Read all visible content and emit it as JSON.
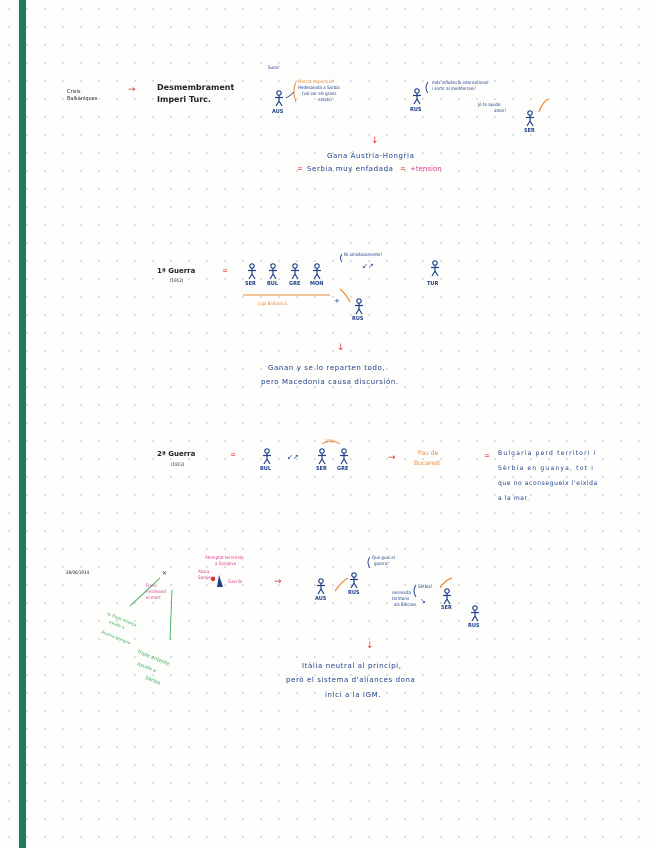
{
  "colors": {
    "margin_bar": "#1d7a5f",
    "navy": "#1f3f8a",
    "red": "#e0342e",
    "orange": "#ec8a3a",
    "pink": "#d43c8f",
    "green": "#3fae5b"
  },
  "arrow_right": "→",
  "arrow_down": "↓",
  "s1": {
    "label_line1": "Crisis",
    "label_line2": "Balkàniques",
    "title_line1": "Desmembrament",
    "title_line2": "Imperi Turc.",
    "bubble_small": "Sumi!",
    "bubble_orange_l1": "Mercat important!",
    "bubble_orange_l2": "Hedesanata a Sarbia",
    "bubble_orange_l3": "(vol ser els grans",
    "bubble_orange_l4": "estats)",
    "aus": "AUS",
    "rus": "RUS",
    "bubble_rus_l1": "més influència internacional",
    "bubble_rus_l2": "i sortir al mediterrani!",
    "note_ser_l1": "Jo te ayudo",
    "note_ser_l2": "amor!",
    "ser": "SER",
    "result_line1": "Gana Àustria-Hongria",
    "result_line2_eq1": "=",
    "result_line2_a": "Serbia muy enfadada",
    "result_line2_eq2": "=",
    "result_line2_b": "+tension"
  },
  "s2": {
    "title": "1ª Guerra",
    "year": "(1912)",
    "eq": "=",
    "countries": [
      "SER",
      "BUL",
      "GRE",
      "MON"
    ],
    "bubble": "Ni amistosamente!",
    "tur": "TUR",
    "plus": "+",
    "league": "Liga Balkànica",
    "rus": "RUS",
    "result_line1": "Ganan y se lo reparten todo,",
    "result_line2": "pero Macedonia causa discursión."
  },
  "s3": {
    "title": "2ª Guerra",
    "year": "(1913)",
    "eq": "=",
    "bul": "BUL",
    "ser": "SER",
    "gre": "GRE",
    "crown": "OTO",
    "treaty_l1": "Pau de",
    "treaty_l2": "Bucarest",
    "eq2": "=",
    "result_line1": "Bulgaria perd territori i",
    "result_line2": "Sèrbia en guanya, tot i",
    "result_line3": "que no aconsegueix l'eixida",
    "result_line4": "a la mar."
  },
  "s4": {
    "date": "28/06/1914",
    "pink_l1": "Franc",
    "pink_l2": "Ferdinand",
    "pink_l3": "el mort",
    "pink2_l1": "Ataca",
    "pink2_l2": "Sarajevo",
    "pink_top_l1": "Atemptat terrorista",
    "pink_top_l2": "a Sarajevo",
    "pink_top_l3": "Gavrilo",
    "green_l1": "la Triple Aliança",
    "green_l2": "ayuda a",
    "green_l3": "Àustria-Hongria",
    "green2_l1": "Triple entente",
    "green2_l2": "ayuda a",
    "green2_l3": "Sèrbia",
    "aus": "AUS",
    "rus": "RUS",
    "bubble_l1": "Que guai el",
    "bubble_l2": "guerra!",
    "note_l1": "necessita",
    "note_l2": "territoris",
    "note_l3": "als Balcans",
    "bubble2": "Sèrbia!",
    "ser": "SER",
    "rus2": "RUS",
    "result_line1": "Itàlia neutral al principi,",
    "result_line2": "però el sistema d'aliances dona",
    "result_line3": "inici a la IGM."
  }
}
